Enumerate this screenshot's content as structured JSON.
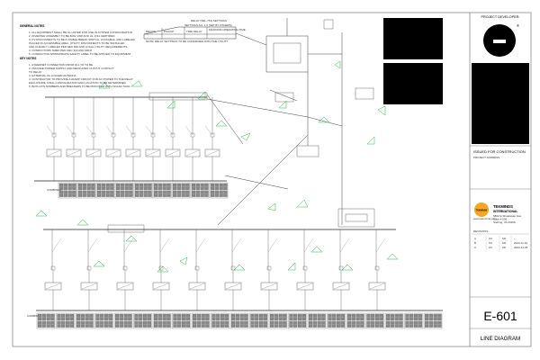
{
  "general_notes": {
    "title": "GENERAL NOTES",
    "lines": [
      "1.  ALL EQUIPMENT SHALL BE UL LISTED FOR USE IN SYSTEM CONFIGURATION",
      "2.  INVERTER ASSEMBLY TO BE 600V 1WP AND UL 1741 CERTIFIED",
      "3.  PV DISCONNECTS TO BE A VISIBLE BREAK SWITCH, LOCKABLE, AND LABELED",
      "    PLACED IN ACCESSIBLE AREA, UTILITY DISCONNECTS TO BE INSTALLED",
      "    AND CLEARLY LABELED PER NEC 690 AND LOCAL UTILITY REQUIREMENTS",
      "4.  CONDUCTORS SIZED PER NEC 310 AND 690.8",
      "5.  CONDUCTOR APPROPRIATE SAFETY LABEL TO BE APPLIED TO EQUIPMENT"
    ]
  },
  "key_notes": {
    "title": "KEY NOTES",
    "lines": [
      "1.  ETHERNET CONNECTION FROM DLL TO TO BE",
      "2.  PROVIDE POWER SUPPLY AND DEDICATED OUTPUT CONTACT",
      "    TO RELAY",
      "3.  EXTERNAL 4G LOGGER ANTENNA",
      "4.  CONTRACTOR TO PROVIDE A 20AMP CIRCUIT FOR AC POWER TO THE RELAY",
      "    ENCLOSURE. FINAL CONFIGURATION AND LOCATION TO BE DETERMINED",
      "5.  BOTH ATS NUMBERS AND BREAKERS TO BE PROVIDED WITH SOLAR TAGS"
    ]
  },
  "relay_table": {
    "title": "RELAY (SEL-751) SETTINGS",
    "sub": "SETTINGS ALL 1.6 (SET BY OTHERS)",
    "cols": [
      "DEVICE",
      "PICKUP",
      "TIME DELAY",
      "DESCRIPTION",
      "MAXIMUM OPERATING TIME"
    ],
    "note": "NOTE: RELAY SETTINGS TO BE CONFIRMED WITH THE UTILITY"
  },
  "combiners": {
    "upper_label": "COMBINER",
    "lower_label": "COMBINER",
    "upper_string_groups": 9,
    "lower_string_groups": 21,
    "upper_inverters": 9,
    "lower_inverters": 10
  },
  "title_block": {
    "developer_label": "PROJECT DEVELOPER:",
    "registered_mark": "®",
    "status": "ISSUED FOR CONSTRUCTION",
    "status_sub": "PROJECT ADDRESS:",
    "company_name": "TEKMINDS",
    "company_name2": "INTERNATIONAL",
    "company_badge": "TEKMINDS",
    "company_addr": [
      "5802 E Shoalwater Ave",
      "Suite # 000",
      "Sterling, VA 20166"
    ],
    "company_web": "www.tekminds.com",
    "revisions_label": "REVISIONS",
    "revisions": [
      {
        "rev": "A",
        "by": "KC",
        "chk": "KD",
        "date": "-"
      },
      {
        "rev": "B",
        "by": "KC",
        "chk": "KD",
        "date": "2023-11-10"
      },
      {
        "rev": "C",
        "by": "KC",
        "chk": "KD",
        "date": "2023-12-05"
      }
    ],
    "sheet_number": "E-601",
    "sheet_title": "LINE DIAGRAM"
  },
  "colors": {
    "annotation_green": "#2bb34a",
    "logo_orange": "#f5a623",
    "black": "#000000"
  }
}
